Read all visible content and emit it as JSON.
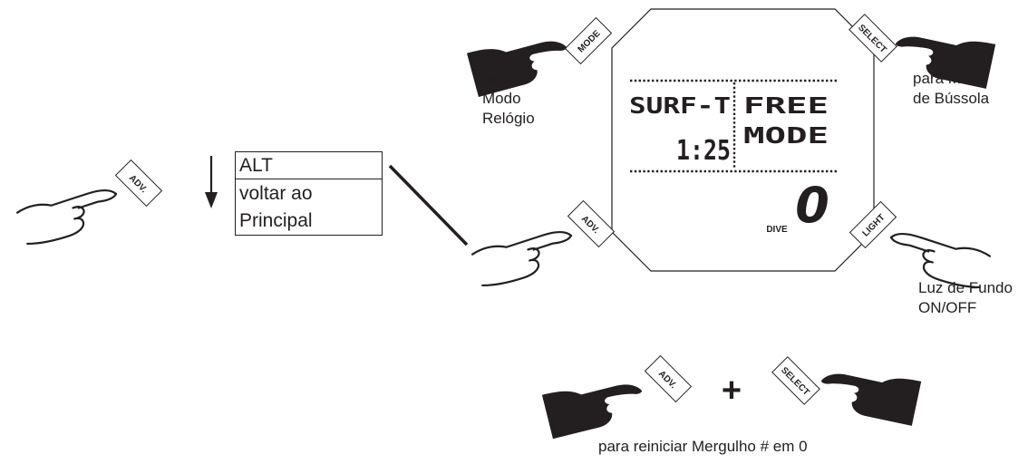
{
  "buttons": {
    "mode": "MODE",
    "select": "SELECT",
    "adv": "ADV.",
    "light": "LIGHT"
  },
  "menu": {
    "items": [
      "ALT",
      "voltar ao",
      "Principal"
    ]
  },
  "display": {
    "top_left": "SURF-T",
    "top_right": "FREE",
    "mid_left": "1:25",
    "mid_right": "MODE",
    "dive_number": "0",
    "dive_label": "DIVE"
  },
  "annotations": {
    "mode": "para o\nModo\nRelógio",
    "select": "para Modo\nde Bússola",
    "light": "Luz de Fundo\nON/OFF",
    "reset": "para reiniciar Mergulho # em 0"
  },
  "symbols": {
    "plus": "+"
  },
  "icons": [
    "pointing-hand-icon",
    "down-arrow-icon"
  ]
}
